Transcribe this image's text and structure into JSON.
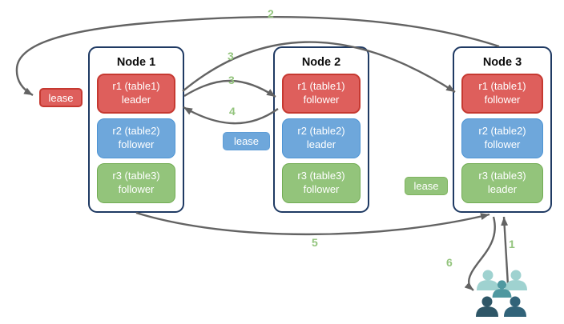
{
  "nodes": [
    {
      "title": "Node 1",
      "replicas": [
        {
          "name": "r1 (table1)",
          "role": "leader",
          "color": "#DE5F5C"
        },
        {
          "name": "r2 (table2)",
          "role": "follower",
          "color": "#6EA7DB"
        },
        {
          "name": "r3 (table3)",
          "role": "follower",
          "color": "#93C47B"
        }
      ]
    },
    {
      "title": "Node 2",
      "replicas": [
        {
          "name": "r1 (table1)",
          "role": "follower",
          "color": "#DE5F5C"
        },
        {
          "name": "r2 (table2)",
          "role": "leader",
          "color": "#6EA7DB"
        },
        {
          "name": "r3 (table3)",
          "role": "follower",
          "color": "#93C47B"
        }
      ]
    },
    {
      "title": "Node 3",
      "replicas": [
        {
          "name": "r1 (table1)",
          "role": "follower",
          "color": "#DE5F5C"
        },
        {
          "name": "r2 (table2)",
          "role": "follower",
          "color": "#6EA7DB"
        },
        {
          "name": "r3 (table3)",
          "role": "leader",
          "color": "#93C47B"
        }
      ]
    }
  ],
  "leases": {
    "table1": {
      "label": "lease",
      "color": "#DE5F5C"
    },
    "table2": {
      "label": "lease",
      "color": "#6EA7DB"
    },
    "table3": {
      "label": "lease",
      "color": "#93C47B"
    }
  },
  "steps": {
    "s1": "1",
    "s2": "2",
    "s3a": "3",
    "s3b": "3",
    "s4": "4",
    "s5": "5",
    "s6": "6"
  },
  "icons": {
    "users": {
      "name": "users-icon",
      "colors": {
        "light": "#9FD2D0",
        "medium": "#4F98A0",
        "dark": "#2E5667",
        "dark_alt": "#316379"
      }
    }
  },
  "palette": {
    "arrow": "#636363",
    "step_label": "#93C47D",
    "node_border": "#1F3A63",
    "red_fill": "#DE5F5C",
    "red_border": "#C63931",
    "blue_fill": "#6EA7DB",
    "blue_border": "#4D94D4",
    "green_fill": "#93C47B",
    "green_border": "#72AC54",
    "text_on_fill": "#FFFFFF",
    "background": "#FFFFFF"
  }
}
